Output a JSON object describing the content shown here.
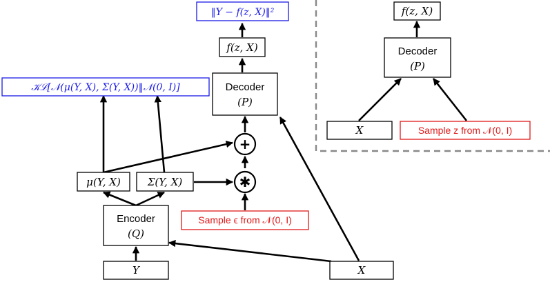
{
  "left": {
    "loss_label": "‖Y − f(z, X)‖²",
    "output_label": "f(z, X)",
    "decoder_title": "Decoder",
    "decoder_sub": "(P)",
    "kl_label": "𝒦ℒ[𝒩(μ(Y, X), Σ(Y, X))‖𝒩(0, I)]",
    "plus_op": "+",
    "times_op": "✱",
    "mu_label": "μ(Y, X)",
    "sigma_label": "Σ(Y, X)",
    "encoder_title": "Encoder",
    "encoder_sub": "(Q)",
    "sample_eps_label": "Sample ϵ from 𝒩(0, I)",
    "y_label": "Y",
    "x_label": "X"
  },
  "right": {
    "output_label": "f(z, X)",
    "decoder_title": "Decoder",
    "decoder_sub": "(P)",
    "x_label": "X",
    "sample_z_label": "Sample z from 𝒩(0, I)"
  },
  "colors": {
    "objective": "#1a1ae6",
    "sampling": "#e01818",
    "divider": "#888888"
  }
}
